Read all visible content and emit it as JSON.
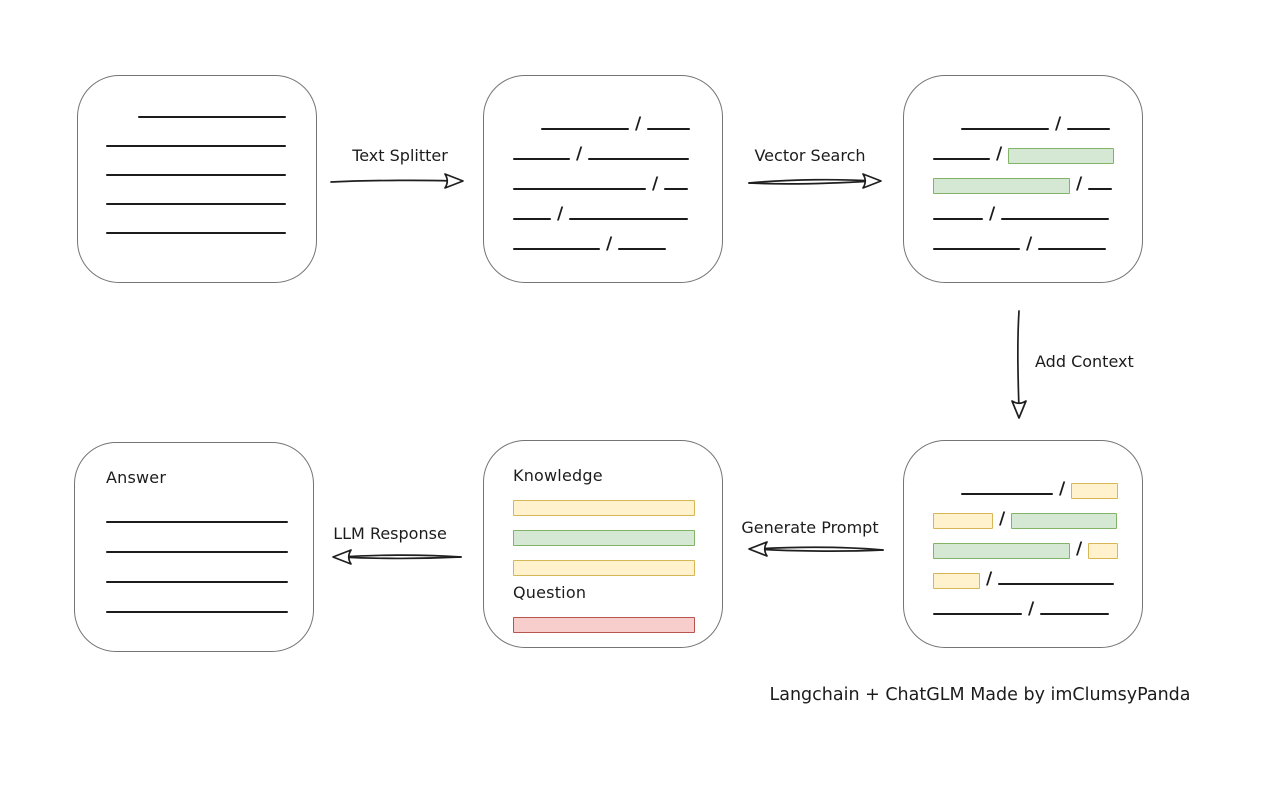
{
  "caption": "Langchain + ChatGLM Made by imClumsyPanda",
  "arrows": {
    "text_splitter": "Text Splitter",
    "vector_search": "Vector Search",
    "add_context": "Add Context",
    "generate_prompt": "Generate Prompt",
    "llm_response": "LLM Response"
  },
  "colors": {
    "chunk_green_fill": "#d5e8d4",
    "chunk_green_border": "#82b366",
    "chunk_yellow_fill": "#fff2cc",
    "chunk_yellow_border": "#d6b656",
    "chunk_red_fill": "#f8cecc",
    "chunk_red_border": "#b85450",
    "box_border": "#757575",
    "ink": "#1c1c1c"
  },
  "boxes": {
    "document": {
      "rows": [
        [
          {
            "k": "line",
            "w": 148,
            "ml": 32
          }
        ],
        [
          {
            "k": "line",
            "w": 180
          }
        ],
        [
          {
            "k": "line",
            "w": 180
          }
        ],
        [
          {
            "k": "line",
            "w": 180
          }
        ],
        [
          {
            "k": "line",
            "w": 180
          }
        ]
      ]
    },
    "split_chunks": {
      "rows": [
        [
          {
            "k": "line",
            "w": 88,
            "ml": 28
          },
          {
            "k": "slash"
          },
          {
            "k": "line",
            "w": 43
          }
        ],
        [
          {
            "k": "line",
            "w": 57
          },
          {
            "k": "slash"
          },
          {
            "k": "line",
            "w": 101
          }
        ],
        [
          {
            "k": "line",
            "w": 133
          },
          {
            "k": "slash"
          },
          {
            "k": "line",
            "w": 24
          }
        ],
        [
          {
            "k": "line",
            "w": 38
          },
          {
            "k": "slash"
          },
          {
            "k": "line",
            "w": 119
          }
        ],
        [
          {
            "k": "line",
            "w": 87
          },
          {
            "k": "slash"
          },
          {
            "k": "line",
            "w": 48
          }
        ]
      ]
    },
    "vector_matches": {
      "rows": [
        [
          {
            "k": "line",
            "w": 88,
            "ml": 28
          },
          {
            "k": "slash"
          },
          {
            "k": "line",
            "w": 43
          }
        ],
        [
          {
            "k": "line",
            "w": 57
          },
          {
            "k": "slash"
          },
          {
            "k": "green",
            "w": 106
          }
        ],
        [
          {
            "k": "green",
            "w": 137
          },
          {
            "k": "slash"
          },
          {
            "k": "line",
            "w": 24
          }
        ],
        [
          {
            "k": "line",
            "w": 50
          },
          {
            "k": "slash"
          },
          {
            "k": "line",
            "w": 108
          }
        ],
        [
          {
            "k": "line",
            "w": 87
          },
          {
            "k": "slash"
          },
          {
            "k": "line",
            "w": 68
          }
        ]
      ]
    },
    "context_chunks": {
      "rows": [
        [
          {
            "k": "line",
            "w": 92,
            "ml": 28
          },
          {
            "k": "slash"
          },
          {
            "k": "yellow",
            "w": 47
          }
        ],
        [
          {
            "k": "yellow",
            "w": 60
          },
          {
            "k": "slash"
          },
          {
            "k": "green",
            "w": 106
          }
        ],
        [
          {
            "k": "green",
            "w": 137
          },
          {
            "k": "slash"
          },
          {
            "k": "yellow",
            "w": 30
          }
        ],
        [
          {
            "k": "yellow",
            "w": 47
          },
          {
            "k": "slash"
          },
          {
            "k": "line",
            "w": 116
          }
        ],
        [
          {
            "k": "line",
            "w": 89
          },
          {
            "k": "slash"
          },
          {
            "k": "line",
            "w": 69
          }
        ]
      ]
    },
    "prompt": {
      "knowledge_label": "Knowledge",
      "question_label": "Question",
      "knowledge_bars": [
        [
          {
            "k": "yellow",
            "w": 182
          }
        ],
        [
          {
            "k": "green",
            "w": 182
          }
        ],
        [
          {
            "k": "yellow",
            "w": 182
          }
        ]
      ],
      "question_bars": [
        [
          {
            "k": "red",
            "w": 182
          }
        ]
      ]
    },
    "answer": {
      "label": "Answer",
      "rows": [
        [
          {
            "k": "line",
            "w": 182
          }
        ],
        [
          {
            "k": "line",
            "w": 182
          }
        ],
        [
          {
            "k": "line",
            "w": 182
          }
        ],
        [
          {
            "k": "line",
            "w": 182
          }
        ]
      ]
    }
  }
}
